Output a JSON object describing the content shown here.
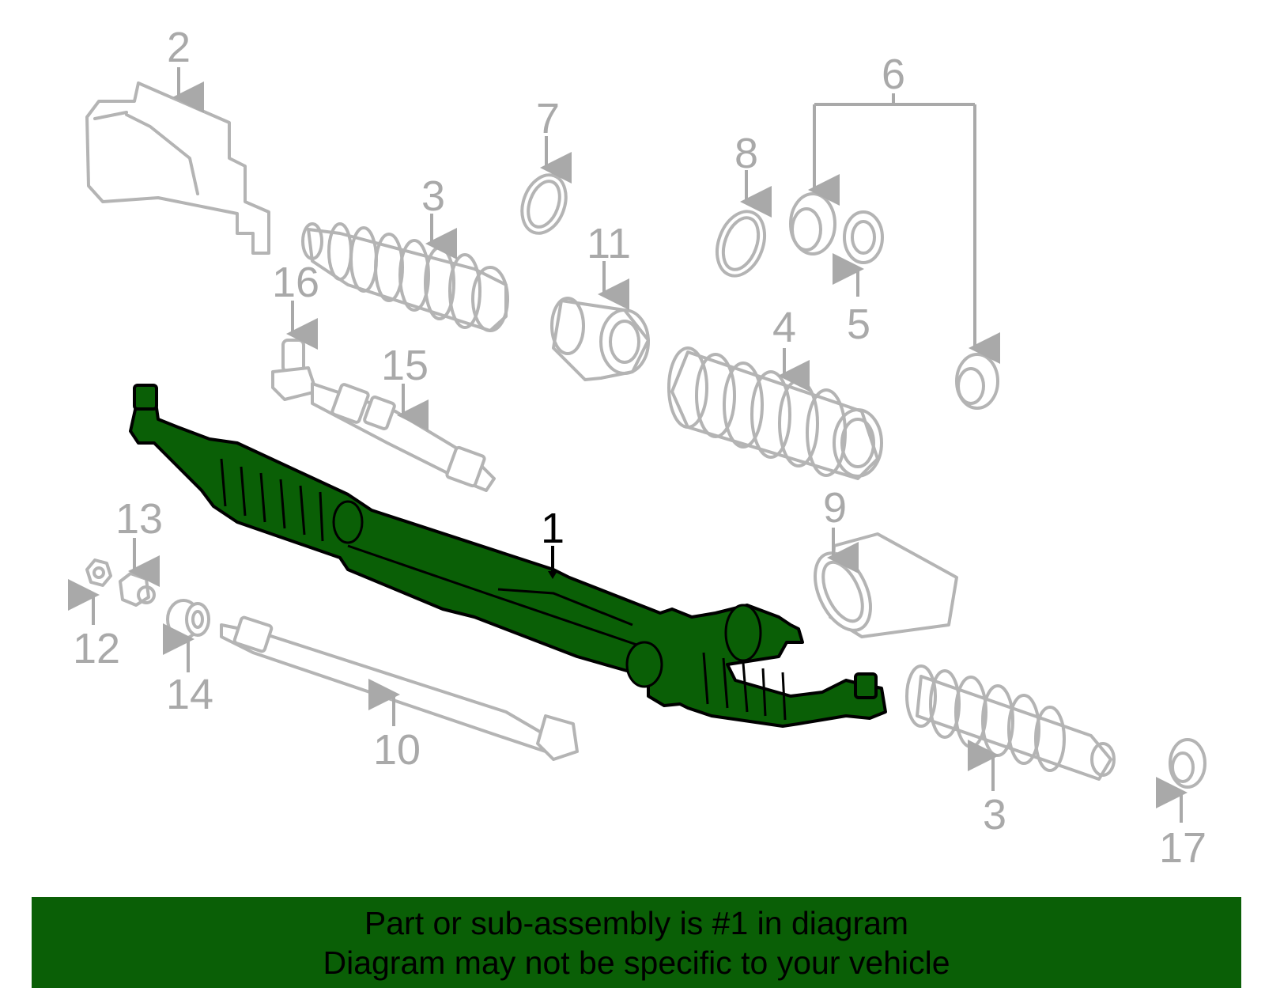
{
  "diagram": {
    "highlighted_part": "1",
    "highlight_color": "#0a5f06",
    "callouts": {
      "c1": "1",
      "c2": "2",
      "c3a": "3",
      "c3b": "3",
      "c4": "4",
      "c5": "5",
      "c6": "6",
      "c7": "7",
      "c8": "8",
      "c9": "9",
      "c10": "10",
      "c11": "11",
      "c12": "12",
      "c13": "13",
      "c14": "14",
      "c15": "15",
      "c16": "16",
      "c17": "17"
    }
  },
  "banner": {
    "line1": "Part or sub-assembly is #1 in diagram",
    "line2": "Diagram may not be specific to your vehicle"
  }
}
